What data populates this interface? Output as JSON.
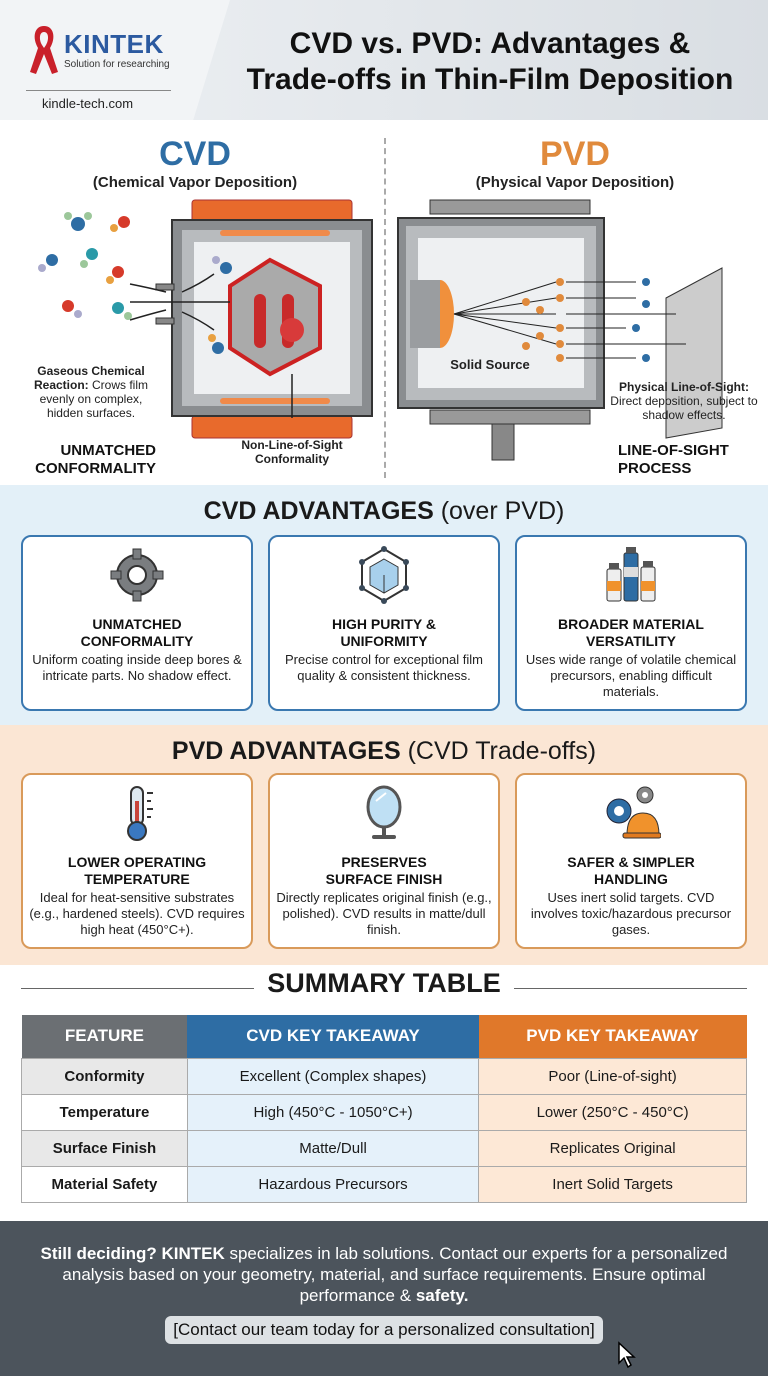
{
  "header": {
    "brand": "KINTEK",
    "tagline": "Solution for researching",
    "site": "kindle-tech.com",
    "title_line1": "CVD vs. PVD: Advantages &",
    "title_line2": "Trade-offs in Thin-Film Deposition"
  },
  "diagram": {
    "cvd": {
      "title": "CVD",
      "subtitle": "(Chemical Vapor Deposition)",
      "color": "#2e6da4",
      "desc_bold": "Gaseous Chemical Reaction:",
      "desc": "Crows film evenly on complex, hidden surfaces.",
      "inner_label_1": "Non-Line-of-Sight",
      "inner_label_2": "Conformality",
      "callout_1": "UNMATCHED",
      "callout_2": "CONFORMALITY"
    },
    "pvd": {
      "title": "PVD",
      "subtitle": "(Physical Vapor Deposition)",
      "color": "#e08a3c",
      "source_label": "Solid Source",
      "desc_bold": "Physical Line-of-Sight:",
      "desc": "Direct deposition, subject to shadow effects.",
      "callout_1": "LINE-OF-SIGHT",
      "callout_2": "PROCESS"
    }
  },
  "cvd_advantages": {
    "heading_bold": "CVD ADVANTAGES",
    "heading_light": " (over PVD)",
    "cards": [
      {
        "icon": "gear-icon",
        "title1": "UNMATCHED",
        "title2": "CONFORMALITY",
        "desc": "Uniform coating inside deep bores & intricate parts. No shadow effect."
      },
      {
        "icon": "crystal-icon",
        "title1": "HIGH PURITY &",
        "title2": "UNIFORMITY",
        "desc": "Precise control for exceptional film quality & consistent thickness."
      },
      {
        "icon": "bottles-icon",
        "title1": "BROADER MATERIAL",
        "title2": "VERSATILITY",
        "desc": "Uses wide range of volatile chemical precursors, enabling difficult materials."
      }
    ]
  },
  "pvd_advantages": {
    "heading_bold": "PVD ADVANTAGES",
    "heading_light": " (CVD Trade-offs)",
    "cards": [
      {
        "icon": "thermometer-icon",
        "title1": "LOWER OPERATING",
        "title2": "TEMPERATURE",
        "desc": "Ideal for heat-sensitive substrates (e.g., hardened steels). CVD requires high heat (450°C+)."
      },
      {
        "icon": "mirror-icon",
        "title1": "PRESERVES",
        "title2": "SURFACE FINISH",
        "desc": "Directly replicates original finish (e.g., polished). CVD results in matte/dull finish."
      },
      {
        "icon": "safety-helmet-gears-icon",
        "title1": "SAFER & SIMPLER",
        "title2": "HANDLING",
        "desc": "Uses inert solid targets. CVD involves toxic/hazardous precursor gases."
      }
    ]
  },
  "summary": {
    "title": "SUMMARY TABLE",
    "headers": [
      "FEATURE",
      "CVD KEY TAKEAWAY",
      "PVD KEY TAKEAWAY"
    ],
    "header_colors": [
      "#6b6f73",
      "#2e6da4",
      "#e0782a"
    ],
    "rows": [
      [
        "Conformity",
        "Excellent (Complex shapes)",
        "Poor (Line-of-sight)"
      ],
      [
        "Temperature",
        "High (450°C - 1050°C+)",
        "Lower (250°C - 450°C)"
      ],
      [
        "Surface Finish",
        "Matte/Dull",
        "Replicates Original"
      ],
      [
        "Material Safety",
        "Hazardous Precursors",
        "Inert Solid Targets"
      ]
    ]
  },
  "footer": {
    "lead_bold": "Still deciding? KINTEK",
    "text": " specializes in lab solutions. Contact our experts for a personalized analysis based on your geometry, material, and surface requirements. Ensure optimal performance & ",
    "end_bold": "safety.",
    "cta": "[Contact our team today for a personalized consultation]"
  }
}
